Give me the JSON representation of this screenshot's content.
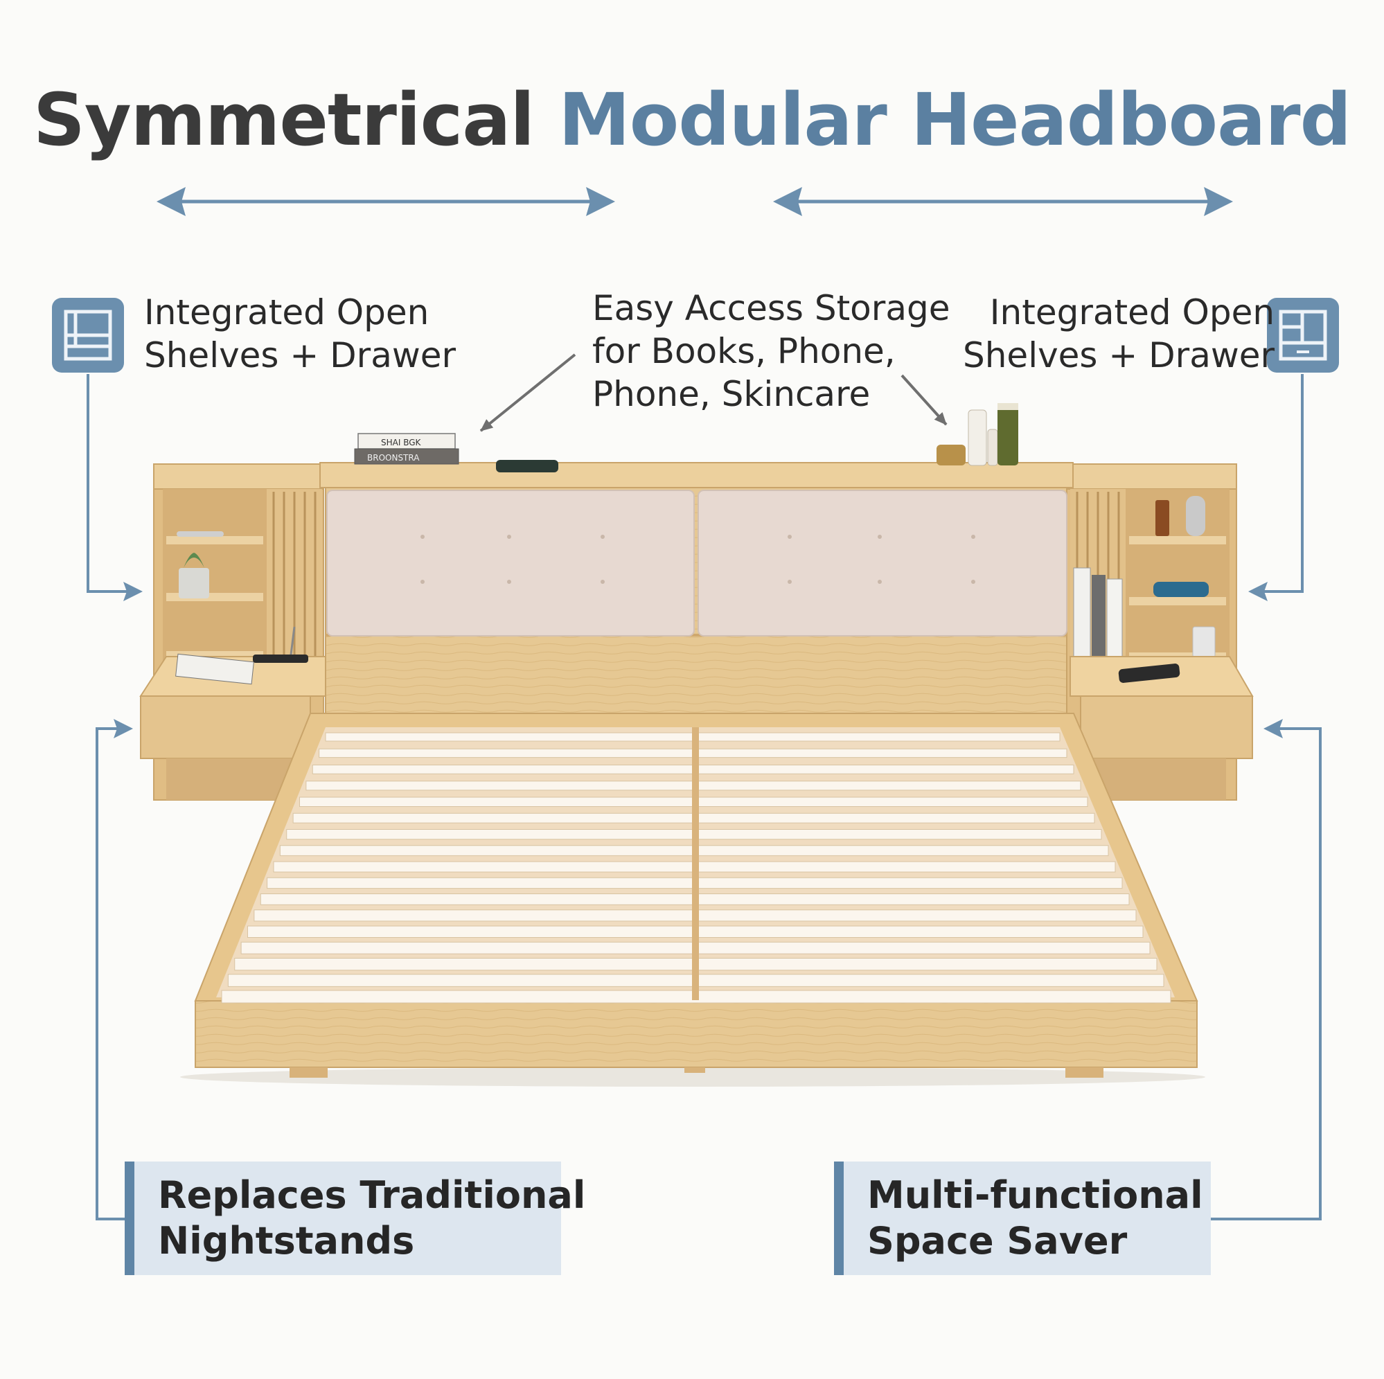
{
  "title": {
    "part1": "Symmetrical",
    "part2": "Modular Headboard"
  },
  "labels": {
    "left_feature": {
      "line1": "Integrated Open",
      "line2": "Shelves + Drawer"
    },
    "center_feature": {
      "line1": "Easy Access Storage",
      "line2": "for Books, Phone,",
      "line3": "Phone, Skincare"
    },
    "right_feature": {
      "line1": "Integrated Open",
      "line2": "Shelves + Drawer"
    }
  },
  "callouts": {
    "left": {
      "line1": "Replaces Traditional",
      "line2": "Nightstands"
    },
    "right": {
      "line1": "Multi-functional",
      "line2": "Space Saver"
    }
  },
  "book_spines": {
    "top": "SHAI BGK",
    "bottom": "BROONSTRA"
  },
  "colors": {
    "accent_blue": "#5b80a1",
    "title_dark": "#3b3b3b",
    "wood": "#e3c48f",
    "upholstery": "#e7d9d1",
    "callout_bg": "#dde6ef"
  },
  "icons": [
    "shelf-drawer-icon",
    "shelf-drawer-icon"
  ]
}
